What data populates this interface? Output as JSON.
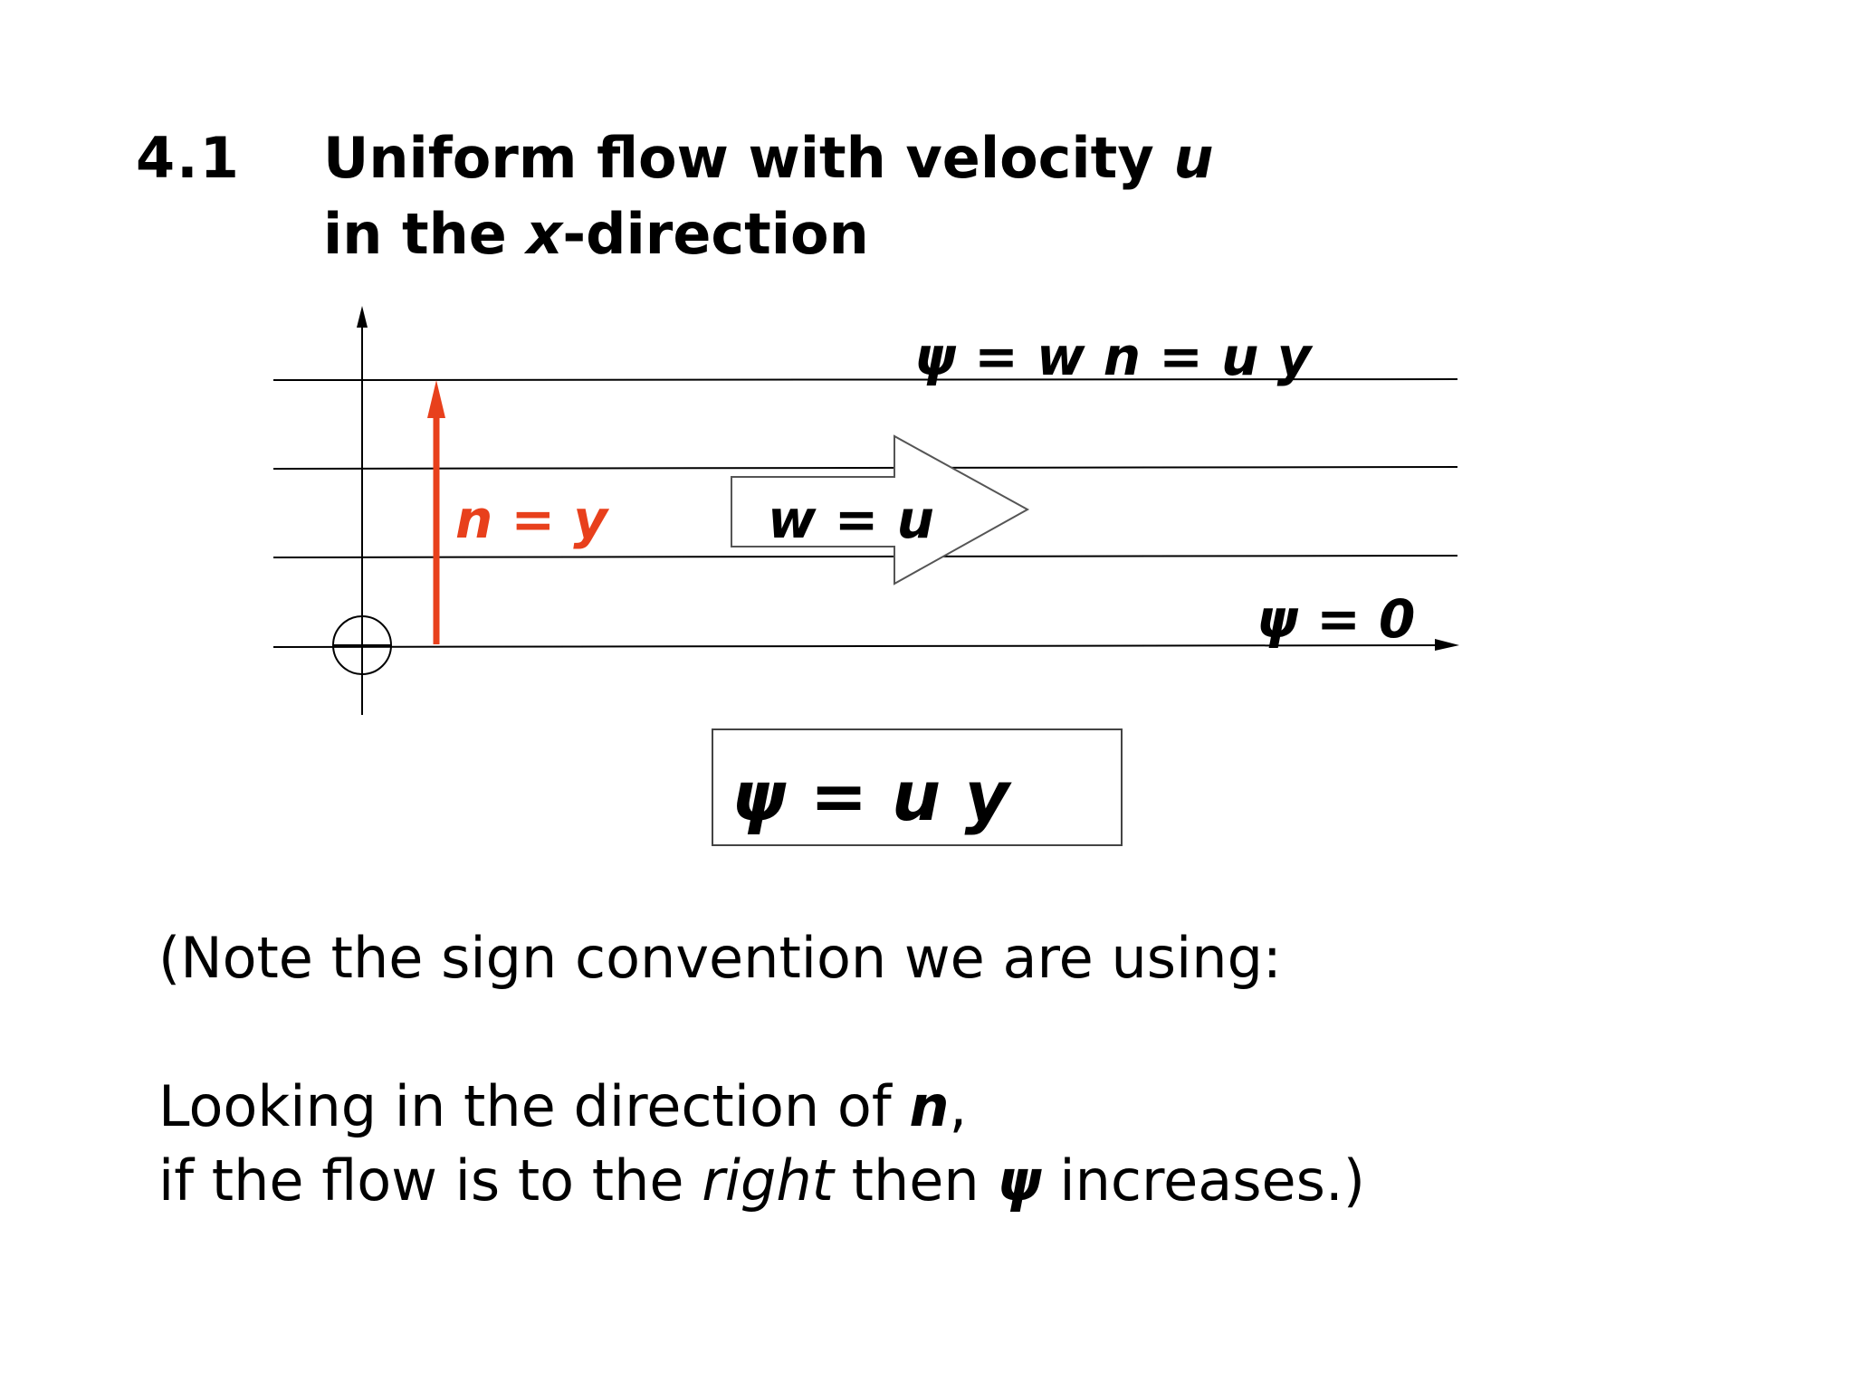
{
  "title": {
    "number": "4.1",
    "line1_prefix": "Uniform flow with velocity ",
    "line1_var": "u",
    "line2_prefix": "in the ",
    "line2_var": "x",
    "line2_suffix": "-direction"
  },
  "diagram": {
    "top_label": "ψ = w n  =  u y",
    "bottom_label": "ψ = 0",
    "normal_label": "n = y",
    "arrow_label": "w = u",
    "colors": {
      "lines": "#000000",
      "normal_arrow": "#e8401c",
      "flow_arrow_stroke": "#555555"
    }
  },
  "boxed_equation": "ψ = u y",
  "note": {
    "line1": "(Note the sign convention we are using:",
    "line2_prefix": "Looking in the direction of ",
    "line2_var": "n",
    "line2_suffix": ",",
    "line3_prefix": "if the flow is to the ",
    "line3_right": "right",
    "line3_mid": " then ",
    "line3_psi": "ψ",
    "line3_suffix": " increases.)"
  }
}
